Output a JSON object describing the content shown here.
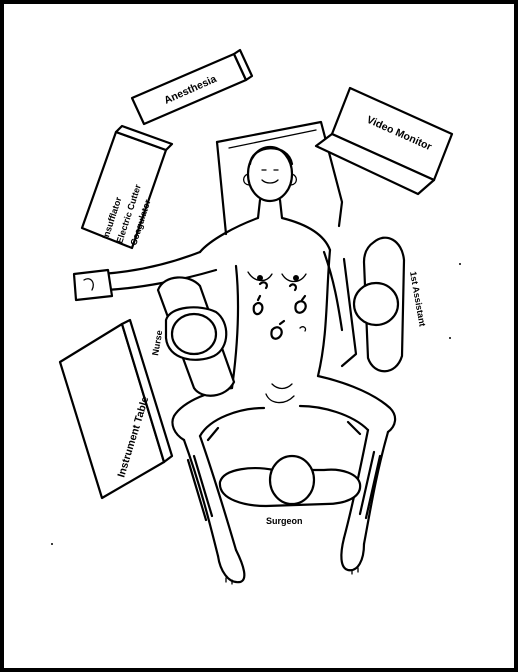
{
  "labels": {
    "anesthesia": "Anesthesia",
    "video_monitor": "Video Monitor",
    "insufflator_line1": "Insufflator",
    "insufflator_line2": "Electric Cutter",
    "insufflator_line3": "Coagulator",
    "instrument_table": "Instrument Table",
    "nurse": "Nurse",
    "first_assistant": "1st Assistant",
    "surgeon": "Surgeon"
  },
  "colors": {
    "ink": "#000000",
    "paper": "#ffffff"
  }
}
